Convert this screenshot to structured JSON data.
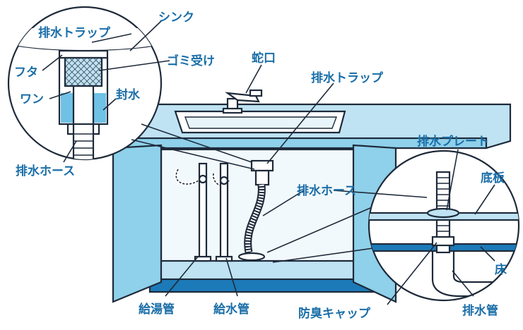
{
  "labels": {
    "sink": "シンク",
    "trap_inset": "排水トラップ",
    "lid": "フタ",
    "debris_basket": "ゴミ受け",
    "bowl": "ワン",
    "water_seal": "封水",
    "drain_hose_inset": "排水ホース",
    "faucet": "蛇口",
    "trap_main": "排水トラップ",
    "drain_hose_main": "排水ホース",
    "drain_plate": "排水プレート",
    "bottom_board": "底板",
    "floor": "床",
    "hot_water_pipe": "給湯管",
    "water_supply_pipe": "給水管",
    "odor_cap": "防臭キャップ",
    "drain_pipe": "排水管"
  },
  "colors": {
    "label": "#1a6ea8",
    "outline": "#1e2a3a",
    "light_blue": "#bfe3f3",
    "mid_blue": "#8fd0ea",
    "dark_blue": "#1c7ab8",
    "water": "#6fc1e6"
  }
}
